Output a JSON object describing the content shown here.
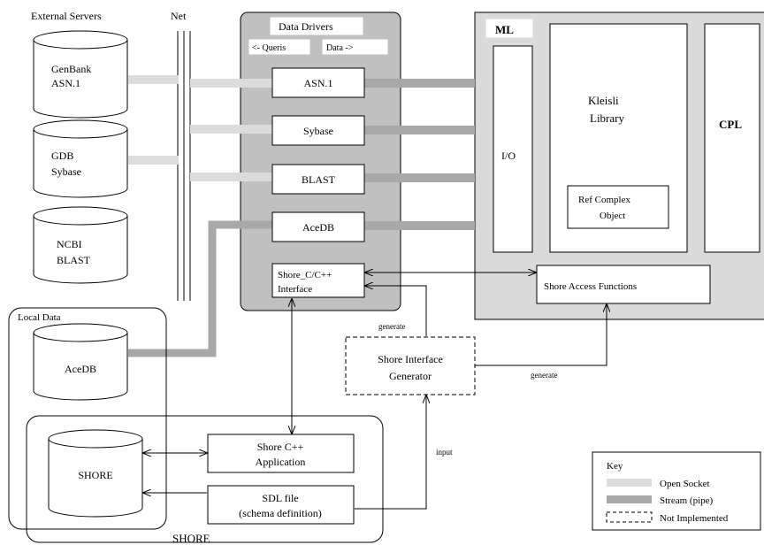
{
  "labels": {
    "external_servers": "External Servers",
    "net": "Net",
    "data_drivers": "Data Drivers",
    "queris": "<- Queris",
    "data_arrow": "Data ->",
    "ml": "ML",
    "cpl": "CPL",
    "io": "I/O",
    "kleisli_line1": "Kleisli",
    "kleisli_line2": "Library",
    "ref_line1": "Ref Complex",
    "ref_line2": "Object",
    "shore_access": "Shore Access Functions",
    "local_data": "Local Data",
    "shore_region": "SHORE",
    "generate_top": "generate",
    "generate_right": "generate",
    "input": "input",
    "sig_line1": "Shore Interface",
    "sig_line2": "Generator",
    "shore_app_line1": "Shore C++",
    "shore_app_line2": "Application",
    "sdl_line1": "SDL file",
    "sdl_line2": "(schema definition)"
  },
  "servers": [
    {
      "line1": "GenBank",
      "line2": "ASN.1"
    },
    {
      "line1": "GDB",
      "line2": "Sybase"
    },
    {
      "line1": "NCBI",
      "line2": "BLAST"
    }
  ],
  "local_dbs": [
    {
      "label": "AceDB"
    },
    {
      "label": "SHORE"
    }
  ],
  "drivers": [
    {
      "label": "ASN.1"
    },
    {
      "label": "Sybase"
    },
    {
      "label": "BLAST"
    },
    {
      "label": "AceDB"
    }
  ],
  "shore_interface": {
    "line1": "Shore_C/C++",
    "line2": "Interface"
  },
  "key": {
    "title": "Key",
    "open_socket": "Open Socket",
    "stream": "Stream (pipe)",
    "not_implemented": "Not Implemented"
  },
  "colors": {
    "open_socket": "#dcdcdc",
    "stream": "#a8a8a8",
    "data_drivers_bg": "#c0c0c0",
    "ml_bg": "#dadada"
  }
}
